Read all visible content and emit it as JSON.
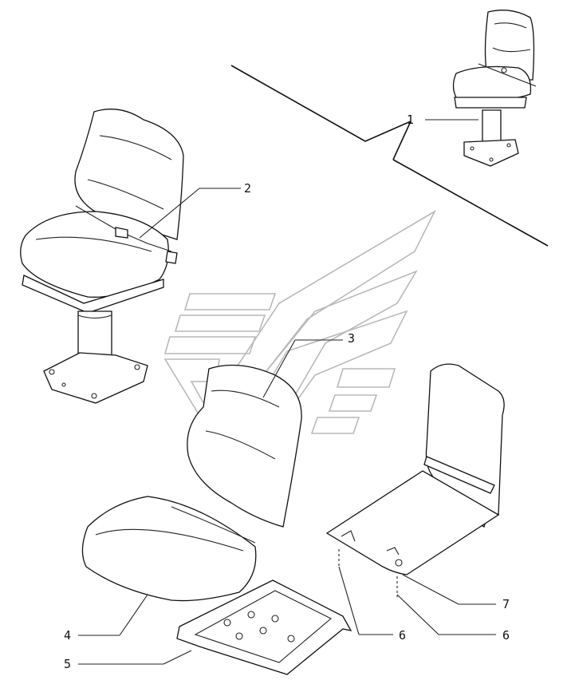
{
  "callouts": [
    {
      "id": "c1",
      "label": "1"
    },
    {
      "id": "c2",
      "label": "2"
    },
    {
      "id": "c3",
      "label": "3"
    },
    {
      "id": "c4",
      "label": "4"
    },
    {
      "id": "c5",
      "label": "5"
    },
    {
      "id": "c6a",
      "label": "6"
    },
    {
      "id": "c6b",
      "label": "6"
    },
    {
      "id": "c7",
      "label": "7"
    }
  ]
}
